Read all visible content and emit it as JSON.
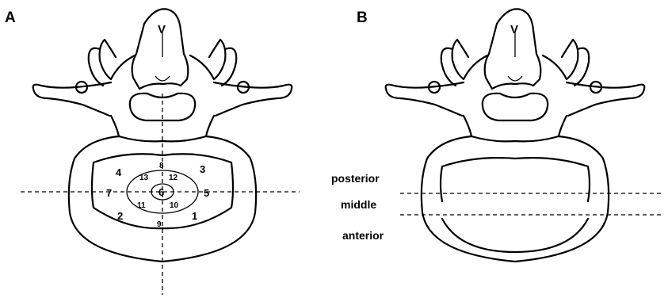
{
  "panels": [
    {
      "label": "A",
      "top_mark": "V",
      "zones_outer": [
        "1",
        "2",
        "3",
        "4",
        "5",
        "7",
        "8",
        "9"
      ],
      "zones_inner": [
        "6",
        "10",
        "11",
        "12",
        "13"
      ]
    },
    {
      "label": "B",
      "top_mark": "V",
      "regions": [
        "posterior",
        "middle",
        "anterior"
      ]
    }
  ]
}
